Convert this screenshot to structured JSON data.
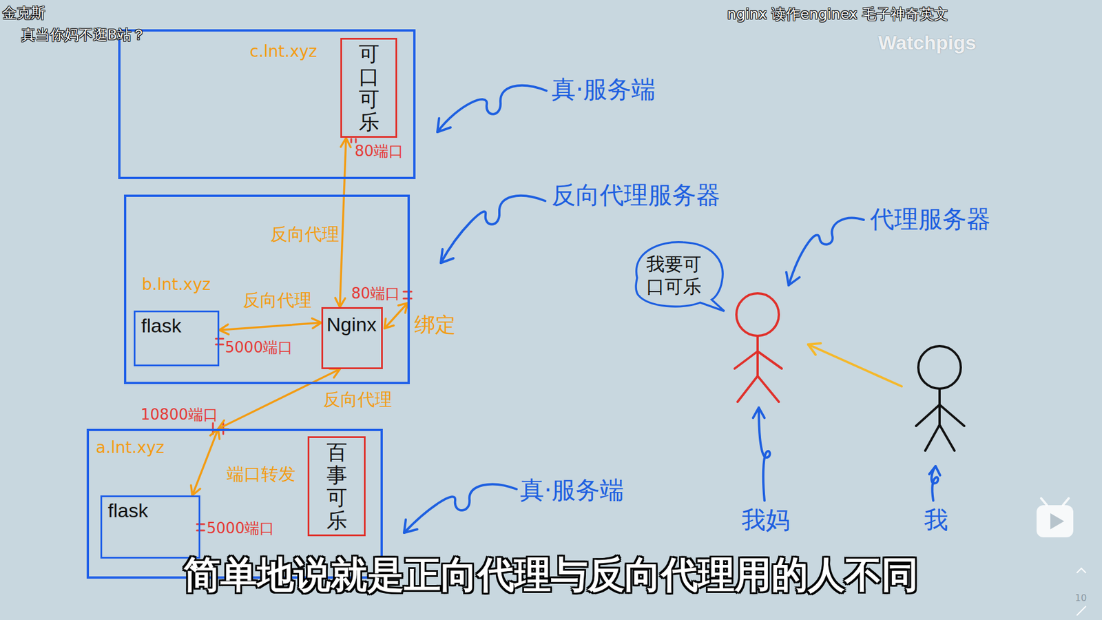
{
  "diagram": {
    "caption": "简单地说就是正向代理与反向代理用的人不同",
    "nodes": [
      {
        "text": [
          "c.lnt.xyz"
        ]
      },
      {
        "text": [
          "可口可乐"
        ],
        "in": 0
      },
      {
        "text": [
          "b.lnt.xyz"
        ]
      },
      {
        "text": [
          "flask"
        ],
        "in": 2
      },
      {
        "text": [
          "Nginx"
        ],
        "in": 2
      },
      {
        "text": [
          "a.lnt.xyz"
        ]
      },
      {
        "text": [
          "flask"
        ],
        "in": 5
      },
      {
        "text": [
          "百事可乐"
        ],
        "in": 5
      },
      {
        "text": [
          "我要可口可乐"
        ]
      }
    ],
    "edges": [
      {
        "from": 4,
        "to": 1,
        "arrow": "both",
        "label": "反向代理"
      },
      {
        "from": 4,
        "to": 3,
        "arrow": "both",
        "label": "反向代理"
      },
      {
        "from": 5,
        "to": 4,
        "arrow": "both",
        "label": "反向代理"
      },
      {
        "from": 6,
        "to": 5,
        "arrow": "both",
        "label": "端口转发"
      }
    ],
    "labels": [
      "金克斯",
      "真当你妈不逛B站？",
      "nginx 读作enginex 毛子神奇英文",
      "Watchpigs",
      "80端口",
      "80端口",
      "5000端口",
      "10800端口",
      "5000端口",
      "绑定",
      "真·服务端",
      "反向代理服务器",
      "代理服务器",
      "真·服务端",
      "我妈",
      "我",
      "10"
    ]
  }
}
